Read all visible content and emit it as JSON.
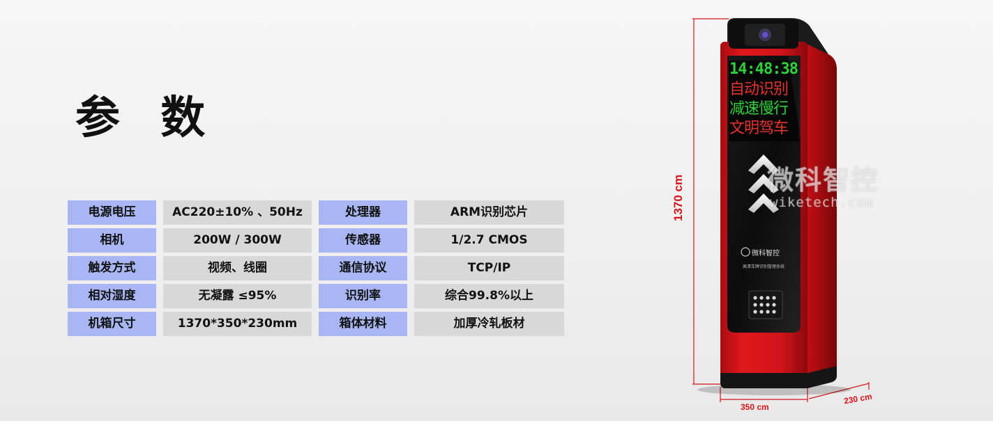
{
  "title": "参 数",
  "specs": [
    {
      "label1": "电源电压",
      "value1": "AC220±10% 、50Hz",
      "label2": "处理器",
      "value2": "ARM识别芯片"
    },
    {
      "label1": "相机",
      "value1": "200W / 300W",
      "label2": "传感器",
      "value2": "1/2.7 CMOS"
    },
    {
      "label1": "触发方式",
      "value1": "视频、线圈",
      "label2": "通信协议",
      "value2": "TCP/IP"
    },
    {
      "label1": "相对湿度",
      "value1": "无凝露 ≤95%",
      "label2": "识别率",
      "value2": "综合99.8%以上"
    },
    {
      "label1": "机箱尺寸",
      "value1": "1370*350*230mm",
      "label2": "箱体材料",
      "value2": "加厚冷轧板材"
    }
  ],
  "display": {
    "time": "14:48:38",
    "line1": "自动识别",
    "line2": "减速慢行",
    "line3": "文明驾车"
  },
  "brand": {
    "logo_text": "微科智控",
    "subtitle": "高清车牌识别管理系统"
  },
  "watermark": {
    "name": "微科智控",
    "url": "wiketech.com"
  },
  "dimensions": {
    "height": "1370 cm",
    "width": "350 cm",
    "depth": "230 cm"
  },
  "colors": {
    "accent_red": "#d4141a",
    "label_bg": "#a9b6f4",
    "value_bg": "#d8d8d8",
    "led_green": "#2fd13c",
    "led_red": "#e8332d"
  }
}
